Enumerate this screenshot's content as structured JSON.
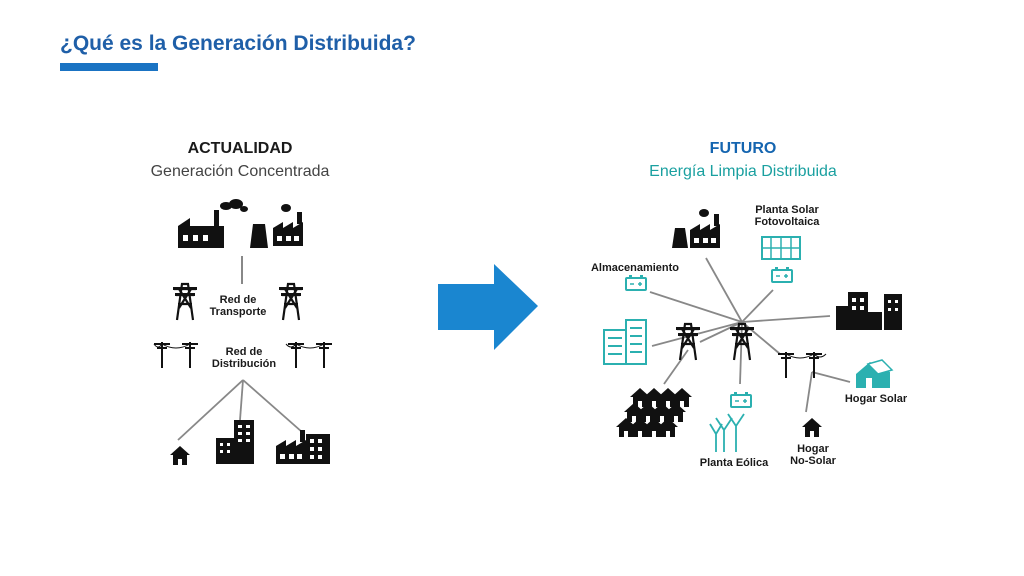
{
  "slide": {
    "title": "¿Qué es la Generación Distribuida?"
  },
  "left": {
    "heading": "ACTUALIDAD",
    "subheading": "Generación Concentrada",
    "transport_label_1": "Red de",
    "transport_label_2": "Transporte",
    "distribution_label_1": "Red de",
    "distribution_label_2": "Distribución"
  },
  "right": {
    "heading": "FUTURO",
    "subheading": "Energía Limpia Distribuida",
    "solar_plant_1": "Planta Solar",
    "solar_plant_2": "Fotovoltaica",
    "storage": "Almacenamiento",
    "solar_home": "Hogar Solar",
    "nonsolar_home_1": "Hogar",
    "nonsolar_home_2": "No-Solar",
    "wind_plant": "Planta Eólica"
  },
  "colors": {
    "title": "#1f5fa8",
    "accent_bar": "#1a73c3",
    "arrow": "#1a86d0",
    "future_heading": "#1565b0",
    "future_sub": "#1aa0a0",
    "teal_icon": "#2bb0b0",
    "icon_dark": "#111111",
    "line_gray": "#888888"
  },
  "icons": [
    "factory-icon",
    "power-plant-icon",
    "transmission-tower-icon",
    "power-pole-icon",
    "house-icon",
    "building-icon",
    "battery-icon",
    "solar-panel-icon",
    "wind-turbine-icon",
    "arrow-right-icon"
  ]
}
